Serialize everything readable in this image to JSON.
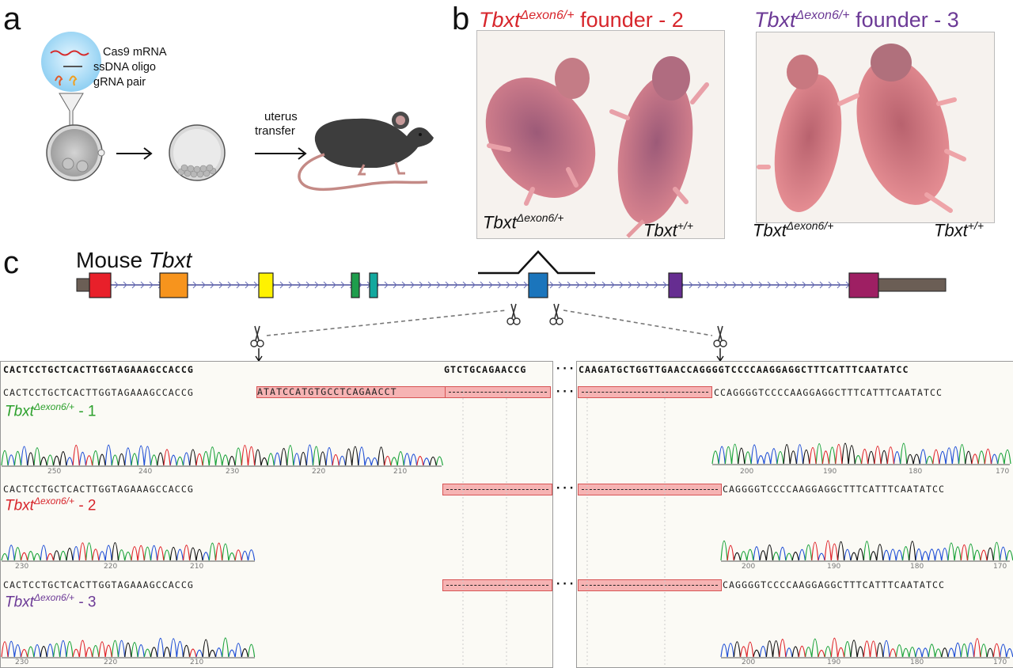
{
  "panels": {
    "a": "a",
    "b": "b",
    "c": "c"
  },
  "panel_a": {
    "cas9": "Cas9 mRNA",
    "ssdna": "ssDNA oligo",
    "grna": "gRNA pair",
    "transfer_line1": "uterus",
    "transfer_line2": "transfer"
  },
  "panel_b": {
    "founder2": {
      "gene": "Tbxt",
      "allele": "Δexon6/+",
      "suffix": " founder - 2",
      "color": "#d7262c"
    },
    "founder3": {
      "gene": "Tbxt",
      "allele": "Δexon6/+",
      "suffix": " founder - 3",
      "color": "#6c3a96"
    },
    "labels": {
      "mut_gene": "Tbxt",
      "mut_allele": "Δexon6/+",
      "wt_gene": "Tbxt",
      "wt_allele": "+/+"
    }
  },
  "panel_c": {
    "mouse": "Mouse ",
    "gene": "Tbxt",
    "exon_colors": [
      "#e8202a",
      "#f7941d",
      "#fff200",
      "#1f9d4c",
      "#13a89e",
      "#1b75bc",
      "#662d91",
      "#9e1f63"
    ],
    "reference": {
      "left_a": "CACTCCTGCTCACTTGGTAGAAAGCCACCG",
      "left_b": "GTCTGCAGAACCG",
      "right": "CAAGATGCTGGTTGAACCAGGGGTCCCCAAGGAGGCTTTCATTTCAATATCC",
      "ellipsis": "···"
    },
    "traces": [
      {
        "title_gene": "Tbxt",
        "title_allele": "Δexon6/+",
        "title_suffix": " - 1",
        "color": "#2ca02c",
        "left": "CACTCCTGCTCACTTGGTAGAAAGCCACCG",
        "insert": "ATATCCATGTGCCTCAGAACCT",
        "right": "CCAGGGGTCCCCAAGGAGGCTTTCATTTCAATATCC",
        "ticks_left": [
          "250",
          "240",
          "230",
          "220",
          "210"
        ],
        "ticks_right": [
          "200",
          "190",
          "180",
          "170"
        ]
      },
      {
        "title_gene": "Tbxt",
        "title_allele": "Δexon6/+",
        "title_suffix": " - 2",
        "color": "#d7262c",
        "left": "CACTCCTGCTCACTTGGTAGAAAGCCACCG",
        "right": "CAGGGGTCCCCAAGGAGGCTTTCATTTCAATATCC",
        "ticks_left": [
          "230",
          "220",
          "210"
        ],
        "ticks_right": [
          "200",
          "190",
          "180",
          "170"
        ]
      },
      {
        "title_gene": "Tbxt",
        "title_allele": "Δexon6/+",
        "title_suffix": " - 3",
        "color": "#6c3a96",
        "left": "CACTCCTGCTCACTTGGTAGAAAGCCACCG",
        "right": "CAGGGGTCCCCAAGGAGGCTTTCATTTCAATATCC",
        "ticks_left": [
          "230",
          "220",
          "210"
        ],
        "ticks_right": [
          "200",
          "190",
          "180",
          "170"
        ]
      }
    ],
    "trace_colors": [
      "#1f4fd6",
      "#1aa33a",
      "#111111",
      "#e0242a"
    ]
  }
}
